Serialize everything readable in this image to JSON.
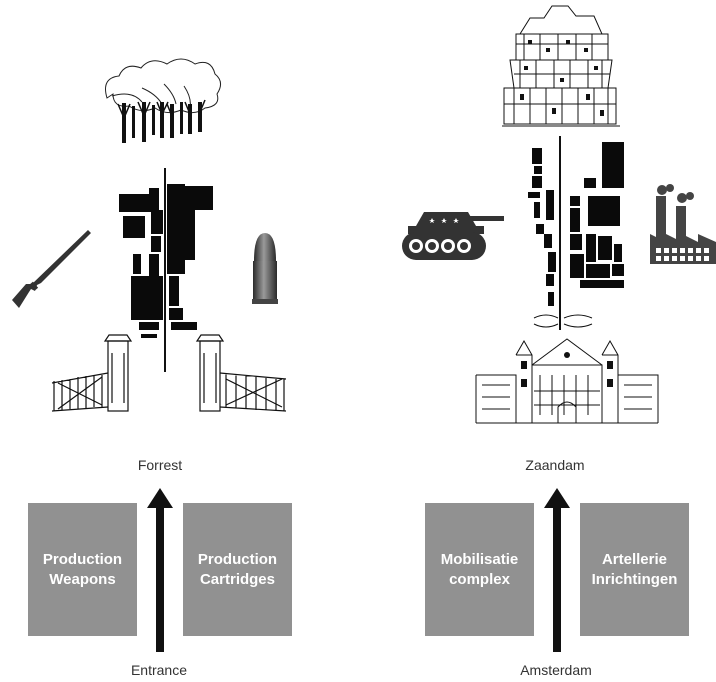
{
  "left": {
    "top_label": "Forrest",
    "bottom_label": "Entrance",
    "box_left": {
      "line1": "Production",
      "line2": "Weapons"
    },
    "box_right": {
      "line1": "Production",
      "line2": "Cartridges"
    }
  },
  "right": {
    "top_label": "Zaandam",
    "bottom_label": "Amsterdam",
    "box_left": {
      "line1": "Mobilisatie",
      "line2": "complex"
    },
    "box_right": {
      "line1": "Artellerie",
      "line2": "Inrichtingen"
    }
  },
  "colors": {
    "box": "#919191",
    "ink": "#111111"
  },
  "icons": [
    "trees-sketch",
    "rifle-icon",
    "bullet-icon",
    "gate-sketch",
    "building-stack-sketch",
    "tank-icon",
    "factory-icon",
    "station-sketch",
    "arrow-up-icon"
  ]
}
